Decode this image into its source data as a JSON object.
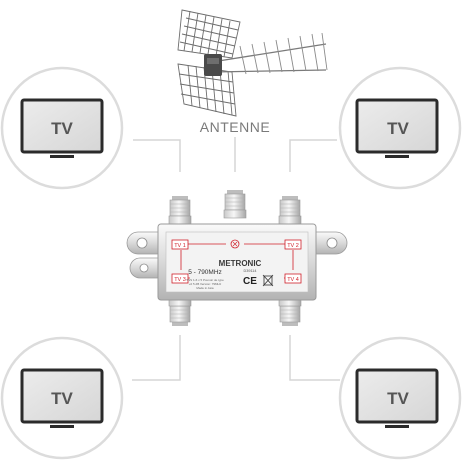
{
  "antenna": {
    "label": "ANTENNE"
  },
  "tvs": [
    {
      "label": "TV"
    },
    {
      "label": "TV"
    },
    {
      "label": "TV"
    },
    {
      "label": "TV"
    }
  ],
  "splitter": {
    "brand": "METRONIC",
    "model": "D39114",
    "frequency": "5 - 790MHz",
    "ports": [
      "TV 1",
      "TV 2",
      "TV 3",
      "TV 4"
    ],
    "ce_mark": "CE",
    "small_text": [
      "TNS 1-6 x 5 Pouvoir de type",
      "+0 5 dB Version: 79MHz",
      "Made in Asia"
    ]
  },
  "colors": {
    "circle_stroke": "#dcdcdc",
    "connector_line": "#d6d6d6",
    "tv_frame": "#2b2b2b",
    "tv_screen": "#e2e2e2",
    "tv_text": "#555555",
    "port_red": "#d0202a",
    "metal_light": "#f1f1f1",
    "metal_dark": "#a9a9a9"
  }
}
